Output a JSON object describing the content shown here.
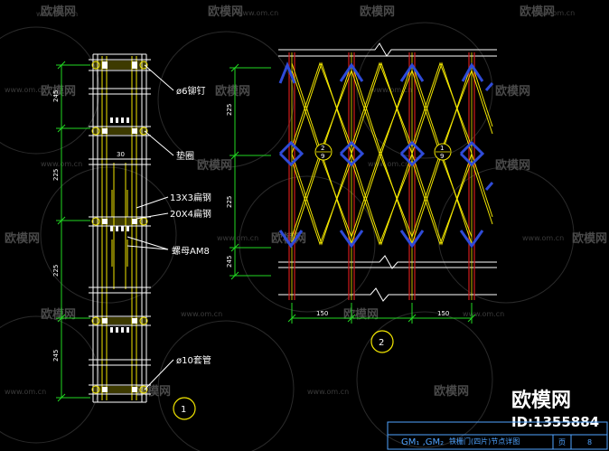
{
  "watermark": {
    "text": "欧模网",
    "url": "www.om.cn"
  },
  "detail1": {
    "dims": [
      "245",
      "225",
      "225",
      "245"
    ],
    "center_dim": "30",
    "labels": {
      "rivet": "ø6铆钉",
      "washer": "垫圈",
      "flat_steel_a": "13X3扁钢",
      "flat_steel_b": "20X4扁钢",
      "nut": "螺母AM8",
      "sleeve": "ø10套管"
    },
    "number": "1"
  },
  "detail2": {
    "dims_vertical": [
      "225",
      "225",
      "245"
    ],
    "dims_horizontal": [
      "150",
      "150"
    ],
    "callout_a": {
      "top": "2",
      "bottom": "9"
    },
    "callout_b": {
      "top": "1",
      "bottom": "9"
    },
    "number": "2"
  },
  "brand": {
    "name": "欧模网",
    "id": "ID:1355884"
  },
  "title_block": {
    "title_code": "GM₁ ,GM₂",
    "title_text": "铁栅门(四片)节点详图",
    "page_label": "页",
    "page_number": "8"
  },
  "colors": {
    "background": "#000000",
    "yellow": "#f2e600",
    "red": "#d21a1a",
    "blue": "#2f4bd8",
    "green": "#22d822",
    "white": "#ffffff",
    "titleblock": "#4fa3ff"
  }
}
